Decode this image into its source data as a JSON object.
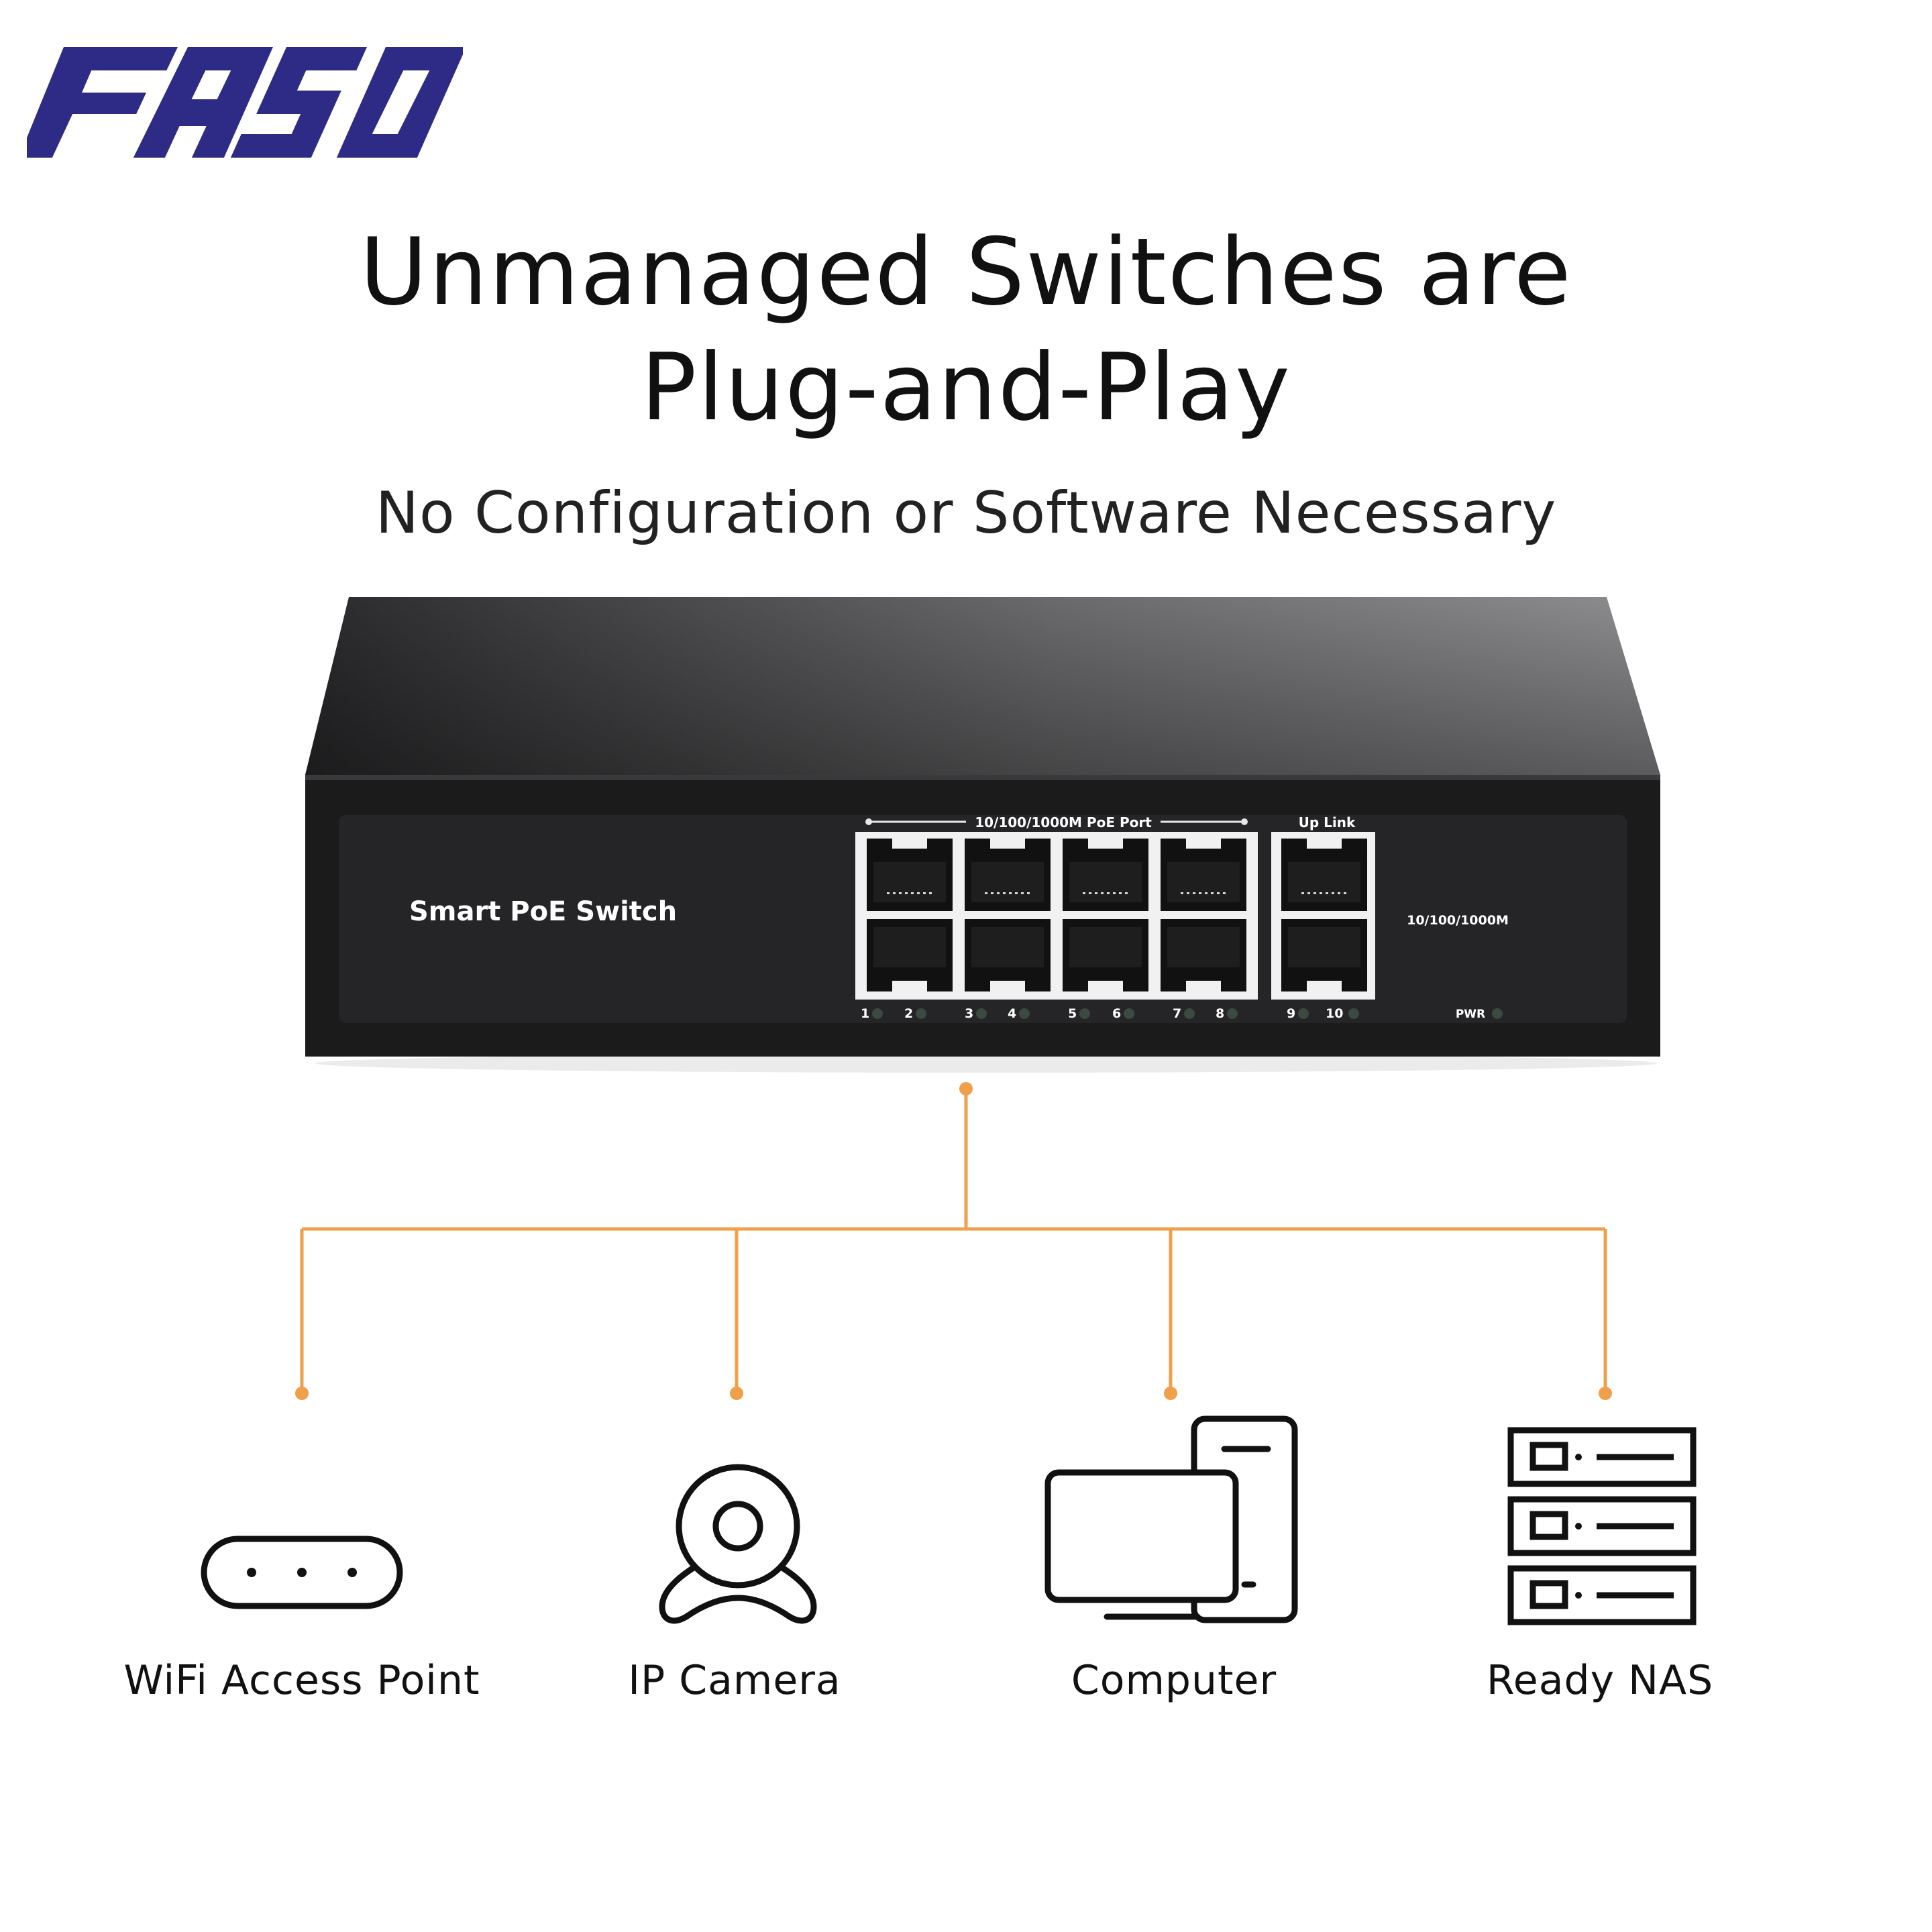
{
  "brand": {
    "name": "FASO",
    "color": "#2e2b86"
  },
  "headline": {
    "line1": "Unmanaged Switches are",
    "line2": "Plug-and-Play"
  },
  "subheadline": "No Configuration or Software Necessary",
  "switch": {
    "name_label": "Smart PoE Switch",
    "poe_port_label": "10/100/1000M PoE Port",
    "uplink_label": "Up Link",
    "speed_label": "10/100/1000M",
    "power_label": "PWR",
    "port_numbers": [
      "1",
      "2",
      "3",
      "4",
      "5",
      "6",
      "7",
      "8",
      "9",
      "10"
    ]
  },
  "connector_color": "#f0a04b",
  "devices": [
    {
      "label": "WiFi Access Point",
      "icon": "wifi-access-point-icon"
    },
    {
      "label": "IP Camera",
      "icon": "ip-camera-icon"
    },
    {
      "label": "Computer",
      "icon": "computer-icon"
    },
    {
      "label": "Ready NAS",
      "icon": "nas-icon"
    }
  ]
}
